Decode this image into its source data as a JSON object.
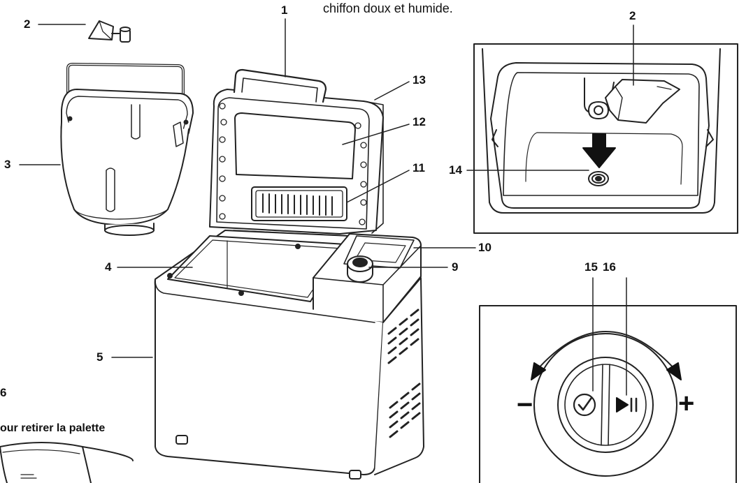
{
  "header_text": "chiffon doux et humide.",
  "labels": {
    "n1": "1",
    "n2_top": "2",
    "n2_inset": "2",
    "n3": "3",
    "n4": "4",
    "n5": "5",
    "n6_partial": "6",
    "n9": "9",
    "n10": "10",
    "n11": "11",
    "n12": "12",
    "n13": "13",
    "n14": "14",
    "n15": "15",
    "n16": "16"
  },
  "side_caption": "our retirer la palette",
  "knob": {
    "minus": "−",
    "plus": "+"
  }
}
